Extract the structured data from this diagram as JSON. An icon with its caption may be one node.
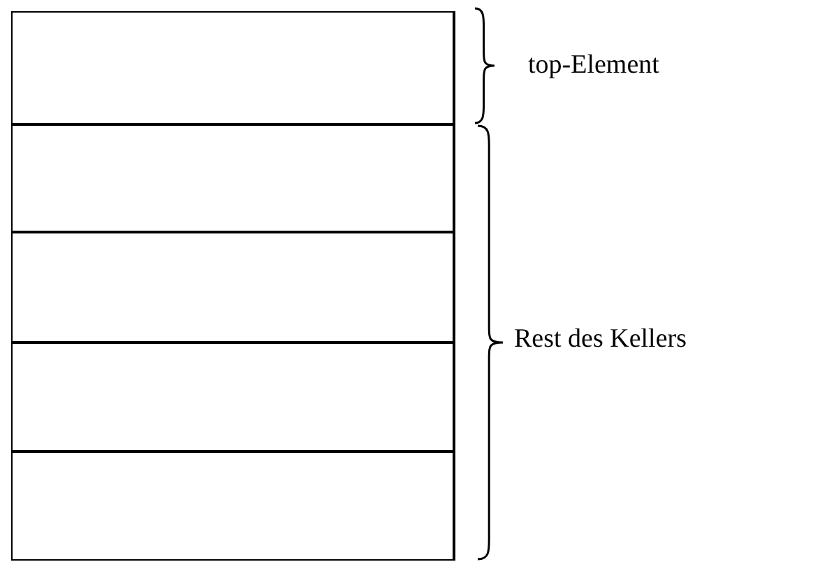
{
  "diagram": {
    "nodes": [
      {
        "text": [],
        "shape": "box"
      },
      {
        "text": [],
        "shape": "box"
      },
      {
        "text": [],
        "shape": "box"
      },
      {
        "text": [],
        "shape": "box"
      },
      {
        "text": [],
        "shape": "box"
      }
    ],
    "labels": [
      "top-Element",
      "Rest des Kellers"
    ]
  }
}
